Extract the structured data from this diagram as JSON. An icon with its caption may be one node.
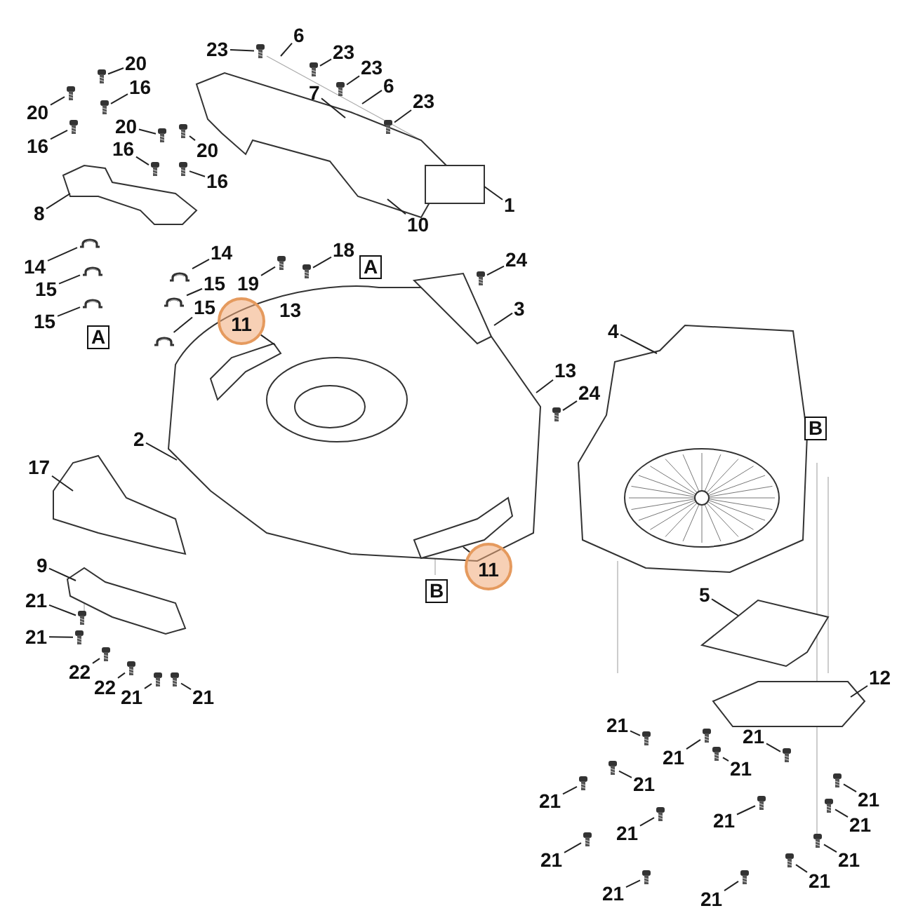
{
  "diagram": {
    "nodes": [
      {
        "text": [
          "23"
        ]
      },
      {
        "text": [
          "6"
        ]
      },
      {
        "text": [
          "23"
        ]
      },
      {
        "text": [
          "23"
        ]
      },
      {
        "text": [
          "6"
        ]
      },
      {
        "text": [
          "7"
        ]
      },
      {
        "text": [
          "23"
        ]
      },
      {
        "text": [
          "20"
        ]
      },
      {
        "text": [
          "20"
        ]
      },
      {
        "text": [
          "16"
        ]
      },
      {
        "text": [
          "16"
        ]
      },
      {
        "text": [
          "20"
        ]
      },
      {
        "text": [
          "20"
        ]
      },
      {
        "text": [
          "16"
        ]
      },
      {
        "text": [
          "16"
        ]
      },
      {
        "text": [
          "8"
        ]
      },
      {
        "text": [
          "1"
        ]
      },
      {
        "text": [
          "10"
        ]
      },
      {
        "text": [
          "14"
        ]
      },
      {
        "text": [
          "15"
        ]
      },
      {
        "text": [
          "15"
        ]
      },
      {
        "text": [
          "A"
        ]
      },
      {
        "text": [
          "14"
        ]
      },
      {
        "text": [
          "15"
        ]
      },
      {
        "text": [
          "19"
        ]
      },
      {
        "text": [
          "18"
        ]
      },
      {
        "text": [
          "A"
        ]
      },
      {
        "text": [
          "24"
        ]
      },
      {
        "text": [
          "15"
        ]
      },
      {
        "text": [
          "11"
        ]
      },
      {
        "text": [
          "3"
        ]
      },
      {
        "text": [
          "4"
        ]
      },
      {
        "text": [
          "13"
        ]
      },
      {
        "text": [
          "24"
        ]
      },
      {
        "text": [
          "B"
        ]
      },
      {
        "text": [
          "2"
        ]
      },
      {
        "text": [
          "17"
        ]
      },
      {
        "text": [
          "11"
        ]
      },
      {
        "text": [
          "B"
        ]
      },
      {
        "text": [
          "5"
        ]
      },
      {
        "text": [
          "9"
        ]
      },
      {
        "text": [
          "21"
        ]
      },
      {
        "text": [
          "21"
        ]
      },
      {
        "text": [
          "22"
        ]
      },
      {
        "text": [
          "22"
        ]
      },
      {
        "text": [
          "21"
        ]
      },
      {
        "text": [
          "21"
        ]
      },
      {
        "text": [
          "12"
        ]
      },
      {
        "text": [
          "21"
        ]
      },
      {
        "text": [
          "21"
        ]
      },
      {
        "text": [
          "21"
        ]
      },
      {
        "text": [
          "21"
        ]
      },
      {
        "text": [
          "21"
        ]
      },
      {
        "text": [
          "21"
        ]
      },
      {
        "text": [
          "21"
        ]
      },
      {
        "text": [
          "21"
        ]
      },
      {
        "text": [
          "21"
        ]
      },
      {
        "text": [
          "21"
        ]
      },
      {
        "text": [
          "21"
        ]
      },
      {
        "text": [
          "21"
        ]
      },
      {
        "text": [
          "21"
        ]
      },
      {
        "text": [
          "21"
        ]
      },
      {
        "text": [
          "21"
        ]
      },
      {
        "text": [],
        "shape": "picture"
      },
      {
        "text": [],
        "shape": "picture"
      },
      {
        "text": [],
        "shape": "picture"
      },
      {
        "text": [],
        "shape": "picture"
      },
      {
        "text": [],
        "shape": "picture"
      },
      {
        "text": [],
        "shape": "picture"
      },
      {
        "text": [],
        "shape": "picture"
      },
      {
        "text": [],
        "shape": "picture"
      },
      {
        "text": [],
        "shape": "picture"
      },
      {
        "text": [],
        "shape": "picture"
      },
      {
        "text": [],
        "shape": "picture"
      },
      {
        "text": [],
        "shape": "picture"
      },
      {
        "text": [],
        "shape": "picture"
      },
      {
        "text": [],
        "shape": "picture"
      },
      {
        "text": [],
        "shape": "picture"
      },
      {
        "text": [],
        "shape": "picture"
      },
      {
        "text": [],
        "shape": "picture"
      },
      {
        "text": [],
        "shape": "picture"
      },
      {
        "text": [],
        "shape": "picture"
      },
      {
        "text": [],
        "shape": "picture"
      },
      {
        "text": [],
        "shape": "picture"
      },
      {
        "text": [],
        "shape": "picture"
      },
      {
        "text": [],
        "shape": "picture"
      },
      {
        "text": [],
        "shape": "picture"
      },
      {
        "text": [],
        "shape": "picture"
      },
      {
        "text": [],
        "shape": "picture"
      },
      {
        "text": [],
        "shape": "picture"
      },
      {
        "text": [],
        "shape": "picture"
      },
      {
        "text": [],
        "shape": "picture"
      },
      {
        "text": [],
        "shape": "picture"
      },
      {
        "text": [],
        "shape": "picture"
      },
      {
        "text": [],
        "shape": "picture"
      },
      {
        "text": [],
        "shape": "picture"
      },
      {
        "text": [],
        "shape": "picture"
      },
      {
        "text": [],
        "shape": "picture"
      },
      {
        "text": [],
        "shape": "picture"
      },
      {
        "text": [],
        "shape": "picture"
      },
      {
        "text": [],
        "shape": "picture"
      },
      {
        "text": [],
        "shape": "picture"
      },
      {
        "text": [],
        "shape": "picture"
      },
      {
        "text": [],
        "shape": "picture"
      },
      {
        "text": [],
        "shape": "picture"
      },
      {
        "text": [],
        "shape": "picture"
      }
    ],
    "edges": [
      {
        "from": 0,
        "to": 63,
        "arrow": "none"
      },
      {
        "from": 1,
        "to": null,
        "arrow": "none"
      },
      {
        "from": 2,
        "to": 64,
        "arrow": "none"
      },
      {
        "from": 3,
        "to": 65,
        "arrow": "none"
      },
      {
        "from": 4,
        "to": null,
        "arrow": "none"
      },
      {
        "from": 5,
        "to": null,
        "arrow": "none"
      },
      {
        "from": 6,
        "to": 66,
        "arrow": "none"
      },
      {
        "from": 7,
        "to": 67,
        "arrow": "none"
      },
      {
        "from": 8,
        "to": 68,
        "arrow": "none"
      },
      {
        "from": 9,
        "to": 69,
        "arrow": "none"
      },
      {
        "from": 10,
        "to": 70,
        "arrow": "none"
      },
      {
        "from": 11,
        "to": 71,
        "arrow": "none"
      },
      {
        "from": 12,
        "to": 72,
        "arrow": "none"
      },
      {
        "from": 13,
        "to": 73,
        "arrow": "none"
      },
      {
        "from": 14,
        "to": 74,
        "arrow": "none"
      },
      {
        "from": 15,
        "to": null,
        "arrow": "none"
      },
      {
        "from": 16,
        "to": null,
        "arrow": "none"
      },
      {
        "from": 17,
        "to": null,
        "arrow": "none"
      },
      {
        "from": 18,
        "to": 75,
        "arrow": "none"
      },
      {
        "from": 19,
        "to": 76,
        "arrow": "none"
      },
      {
        "from": 20,
        "to": 77,
        "arrow": "none"
      },
      {
        "from": 22,
        "to": 78,
        "arrow": "none"
      },
      {
        "from": 23,
        "to": 79,
        "arrow": "none"
      },
      {
        "from": 24,
        "to": 80,
        "arrow": "none"
      },
      {
        "from": 25,
        "to": 81,
        "arrow": "none"
      },
      {
        "from": 27,
        "to": 82,
        "arrow": "none"
      },
      {
        "from": 28,
        "to": 83,
        "arrow": "none"
      },
      {
        "from": 29,
        "to": null,
        "arrow": "none"
      },
      {
        "from": 30,
        "to": null,
        "arrow": "none"
      },
      {
        "from": 31,
        "to": null,
        "arrow": "none"
      },
      {
        "from": 32,
        "to": null,
        "arrow": "none"
      },
      {
        "from": 33,
        "to": 84,
        "arrow": "none"
      },
      {
        "from": 35,
        "to": null,
        "arrow": "none"
      },
      {
        "from": 36,
        "to": null,
        "arrow": "none"
      },
      {
        "from": 37,
        "to": null,
        "arrow": "none"
      },
      {
        "from": 39,
        "to": null,
        "arrow": "none"
      },
      {
        "from": 40,
        "to": null,
        "arrow": "none"
      },
      {
        "from": 41,
        "to": 85,
        "arrow": "none"
      },
      {
        "from": 42,
        "to": 86,
        "arrow": "none"
      },
      {
        "from": 43,
        "to": 87,
        "arrow": "none"
      },
      {
        "from": 44,
        "to": 88,
        "arrow": "none"
      },
      {
        "from": 45,
        "to": 89,
        "arrow": "none"
      },
      {
        "from": 46,
        "to": 90,
        "arrow": "none"
      },
      {
        "from": 47,
        "to": null,
        "arrow": "none"
      },
      {
        "from": 48,
        "to": 91,
        "arrow": "none"
      },
      {
        "from": 49,
        "to": 92,
        "arrow": "none"
      },
      {
        "from": 50,
        "to": 93,
        "arrow": "none"
      },
      {
        "from": 51,
        "to": 94,
        "arrow": "none"
      },
      {
        "from": 52,
        "to": 95,
        "arrow": "none"
      },
      {
        "from": 53,
        "to": 96,
        "arrow": "none"
      },
      {
        "from": 54,
        "to": 97,
        "arrow": "none"
      },
      {
        "from": 55,
        "to": 98,
        "arrow": "none"
      },
      {
        "from": 56,
        "to": 99,
        "arrow": "none"
      },
      {
        "from": 57,
        "to": 100,
        "arrow": "none"
      },
      {
        "from": 58,
        "to": 101,
        "arrow": "none"
      },
      {
        "from": 59,
        "to": 102,
        "arrow": "none"
      },
      {
        "from": 60,
        "to": 103,
        "arrow": "none"
      },
      {
        "from": 61,
        "to": 104,
        "arrow": "none"
      },
      {
        "from": 62,
        "to": 105,
        "arrow": "none"
      }
    ],
    "labels": [
      "13"
    ]
  }
}
